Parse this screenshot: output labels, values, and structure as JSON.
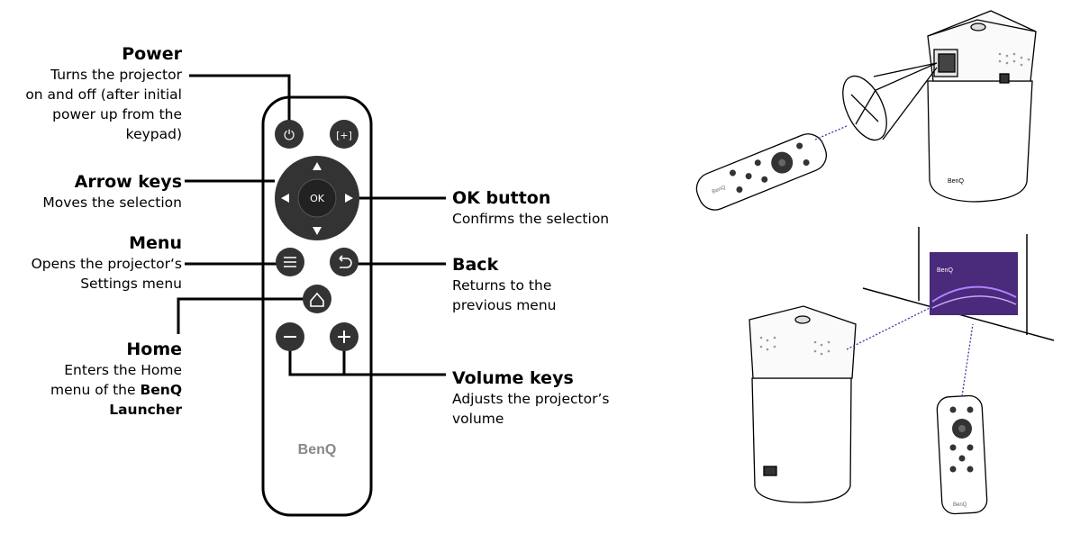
{
  "labels": {
    "power": {
      "title": "Power",
      "desc": [
        "Turns the projector",
        "on and off (after initial",
        "power up from the",
        "keypad)"
      ]
    },
    "arrow": {
      "title": "Arrow keys",
      "desc": [
        "Moves the selection"
      ]
    },
    "menu": {
      "title": "Menu",
      "desc": [
        "Opens the projector‘s",
        "Settings menu"
      ]
    },
    "home": {
      "title": "Home",
      "desc_line1": "Enters the Home",
      "desc_line2_pre": "menu of the ",
      "desc_line2_bold": "BenQ",
      "desc_line3_bold": "Launcher"
    },
    "ok": {
      "title": "OK button",
      "desc": [
        "Confirms the selection"
      ]
    },
    "back": {
      "title": "Back",
      "desc": [
        "Returns to the",
        "previous menu"
      ]
    },
    "volume": {
      "title": "Volume keys",
      "desc": [
        "Adjusts the projector’s",
        "volume"
      ]
    }
  },
  "remote": {
    "brand": "BenQ",
    "ok_text": "OK",
    "power_icon": "power-icon",
    "focus_icon": "focus-icon",
    "menu_icon": "menu-icon",
    "back_icon": "back-icon",
    "home_icon": "home-icon"
  },
  "screen_brand": "BenQ",
  "colors": {
    "button": "#333333",
    "line": "#000000",
    "dotted": "#3a3a9a",
    "screen": "#4a2a7a"
  }
}
